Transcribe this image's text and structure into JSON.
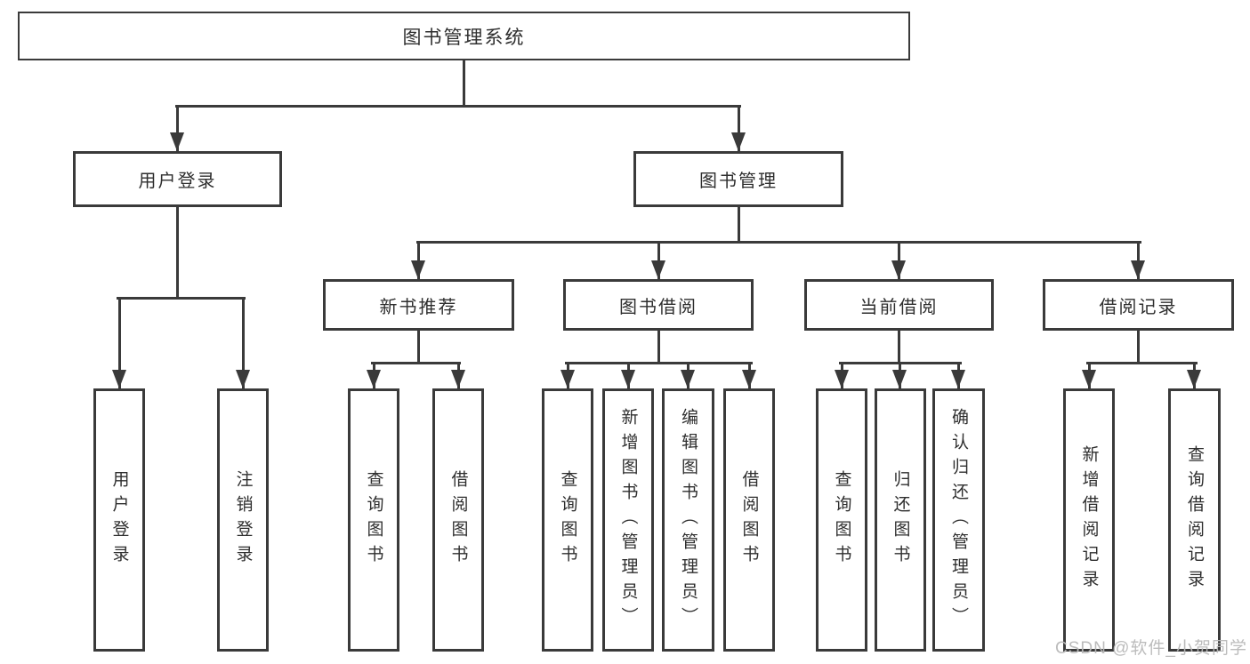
{
  "tree": {
    "root": "图书管理系统",
    "branches": [
      {
        "label": "用户登录",
        "leaves": [
          "用户登录",
          "注销登录"
        ]
      },
      {
        "label": "图书管理",
        "groups": [
          {
            "label": "新书推荐",
            "leaves": [
              "查询图书",
              "借阅图书"
            ]
          },
          {
            "label": "图书借阅",
            "leaves": [
              "查询图书",
              "新增图书（管理员）",
              "编辑图书（管理员）",
              "借阅图书"
            ]
          },
          {
            "label": "当前借阅",
            "leaves": [
              "查询图书",
              "归还图书",
              "确认归还（管理员）"
            ]
          },
          {
            "label": "借阅记录",
            "leaves": [
              "新增借阅记录",
              "查询借阅记录"
            ]
          }
        ]
      }
    ]
  },
  "watermark": "CSDN @软件_小贺同学",
  "colors": {
    "line": "#3a3a3a",
    "box_border": "#3a3a3a",
    "text": "#2e2e2e",
    "watermark": "#b8b8b8",
    "background": "#ffffff"
  }
}
